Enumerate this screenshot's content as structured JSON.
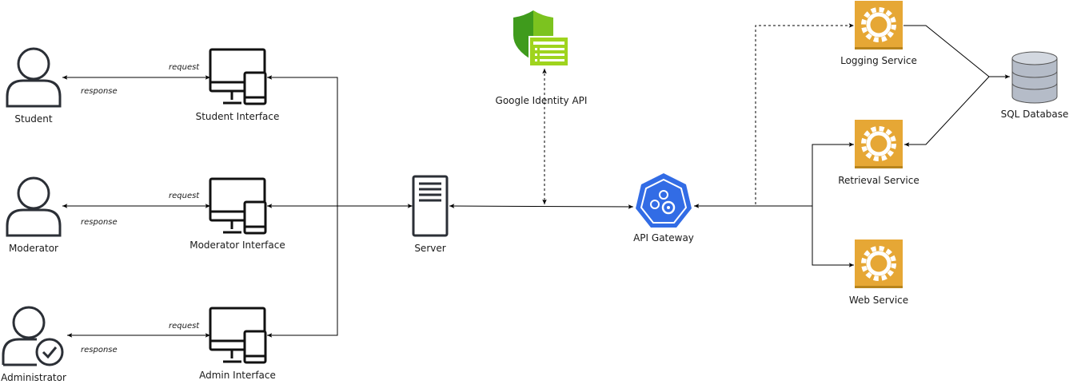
{
  "actors": {
    "student": "Student",
    "moderator": "Moderator",
    "administrator": "Administrator"
  },
  "interfaces": {
    "student": "Student Interface",
    "moderator": "Moderator Interface",
    "admin": "Admin Interface"
  },
  "edge_labels": {
    "request": "request",
    "response": "response"
  },
  "server": "Server",
  "google_identity": "Google Identity API",
  "api_gateway": "API Gateway",
  "services": {
    "logging": "Logging Service",
    "retrieval": "Retrieval Service",
    "web": "Web Service"
  },
  "database": "SQL Database",
  "colors": {
    "service": "#e6a735",
    "service_dark": "#b8841c",
    "gateway": "#326ce5",
    "shield_light": "#9fd41e",
    "shield_dark": "#3f9b1c",
    "database": "#b5bcc8",
    "device_stroke": "#111111",
    "actor_stroke": "#2b2f36"
  }
}
